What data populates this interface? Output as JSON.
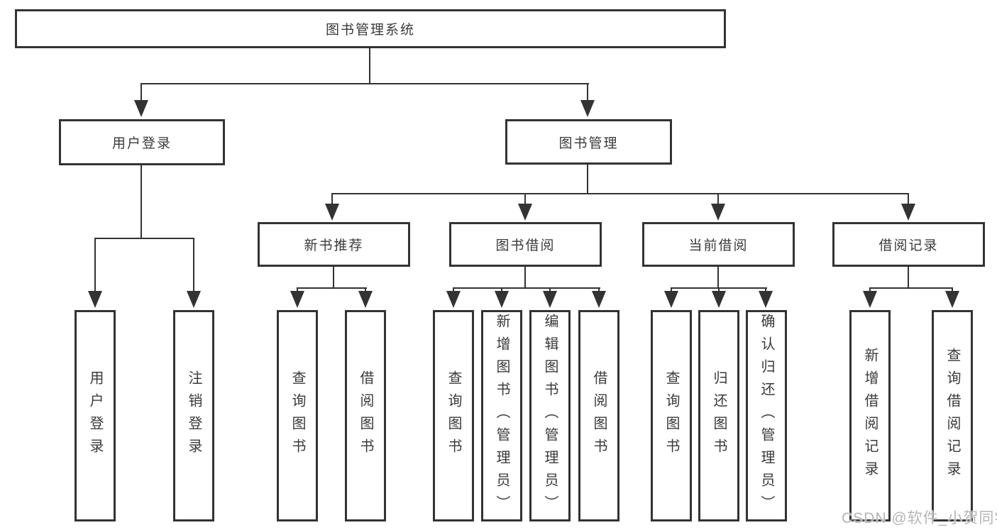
{
  "diagram": {
    "root": {
      "label": "图书管理系统"
    },
    "branches": [
      {
        "label": "用户登录",
        "children": [
          {
            "label": "用户登录"
          },
          {
            "label": "注销登录"
          }
        ]
      },
      {
        "label": "图书管理",
        "children": [
          {
            "label": "新书推荐",
            "children": [
              {
                "label": "查询图书"
              },
              {
                "label": "借阅图书"
              }
            ]
          },
          {
            "label": "图书借阅",
            "children": [
              {
                "label": "查询图书"
              },
              {
                "label": "新增图书（管理员）"
              },
              {
                "label": "编辑图书（管理员）"
              },
              {
                "label": "借阅图书"
              }
            ]
          },
          {
            "label": "当前借阅",
            "children": [
              {
                "label": "查询图书"
              },
              {
                "label": "归还图书"
              },
              {
                "label": "确认归还（管理员）"
              }
            ]
          },
          {
            "label": "借阅记录",
            "children": [
              {
                "label": "新增借阅记录"
              },
              {
                "label": "查询借阅记录"
              }
            ]
          }
        ]
      }
    ]
  },
  "watermark": {
    "text": "CSDN @软件_小贺同学"
  },
  "colors": {
    "line": "#333333",
    "text": "#3a3a3a",
    "watermark": "#b5b5b5",
    "background": "#ffffff"
  }
}
